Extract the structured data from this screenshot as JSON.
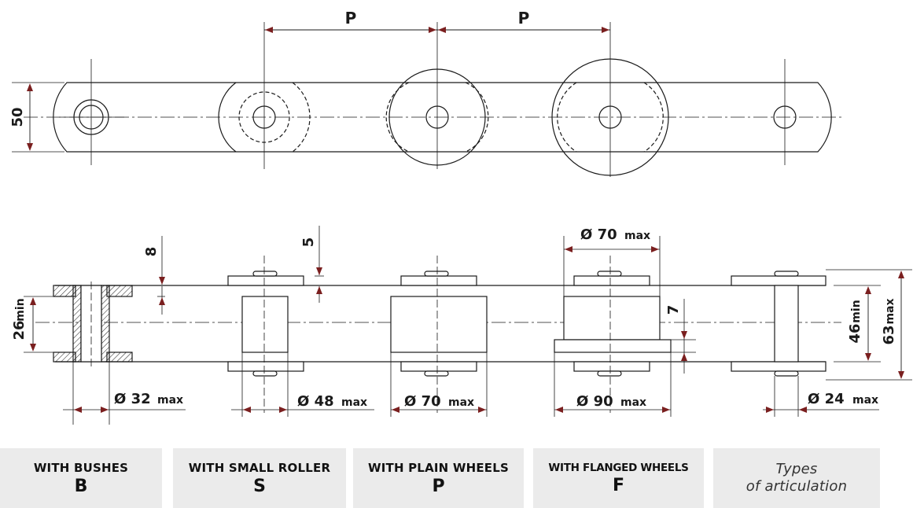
{
  "dimensions": {
    "pitch_left": "P",
    "pitch_right": "P",
    "height_50": "50",
    "plate_8": "8",
    "plate_5": "5",
    "inner_26": "26",
    "inner_26_sub": "min",
    "inner_46": "46",
    "inner_46_sub": "min",
    "outer_63": "63",
    "outer_63_sub": "max",
    "flange_7": "7",
    "dia_32": "Ø 32",
    "dia_32_sub": "max",
    "dia_48": "Ø 48",
    "dia_48_sub": "max",
    "dia_70_bottom": "Ø 70",
    "dia_70_bottom_sub": "max",
    "dia_70_top": "Ø 70",
    "dia_70_top_sub": "max",
    "dia_90": "Ø 90",
    "dia_90_sub": "max",
    "dia_24": "Ø 24",
    "dia_24_sub": "max"
  },
  "articulation_types": [
    {
      "label": "WITH BUSHES",
      "code": "B"
    },
    {
      "label": "WITH SMALL ROLLER",
      "code": "S"
    },
    {
      "label": "WITH PLAIN WHEELS",
      "code": "P"
    },
    {
      "label": "WITH FLANGED WHEELS",
      "code": "F"
    }
  ],
  "legend": {
    "line1": "Types",
    "line2": "of articulation"
  },
  "colors": {
    "line": "#1a1a1a",
    "arrow": "#7a1f1f",
    "panel": "#ebebeb"
  }
}
